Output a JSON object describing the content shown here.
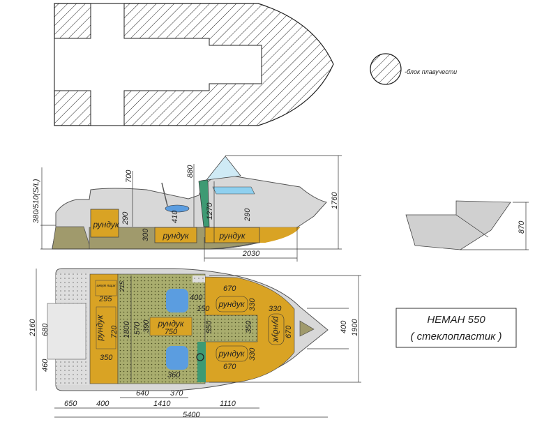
{
  "legend": {
    "text": "-блок плавучести"
  },
  "title_box": {
    "title": "НЕМАН 550",
    "subtitle": "( стеклопластик )"
  },
  "side_view": {
    "labels": {
      "box1": "рундук",
      "box2": "рундук",
      "box3": "рундук"
    },
    "dims": {
      "transom": "380/510(S/L)",
      "d700": "700",
      "d880": "880",
      "d290a": "290",
      "d410": "410",
      "d300": "300",
      "d1270": "1270",
      "d290b": "290",
      "d1760": "1760",
      "d2030": "2030"
    }
  },
  "profile_view": {
    "dims": {
      "d870": "870"
    }
  },
  "plan_view": {
    "labels": {
      "battery": "аккум ящик",
      "box_stern": "рундук",
      "box_mid": "рундук",
      "box_top": "рундук",
      "box_bottom": "рундук",
      "box_bow": "рундук"
    },
    "dims": {
      "d2160": "2160",
      "d680": "680",
      "d460": "460",
      "d295": "295",
      "d215": "215",
      "d720": "720",
      "d350a": "350",
      "d1800": "1800",
      "d570": "570",
      "d390": "390",
      "d750": "750",
      "d400a": "400",
      "d150": "150",
      "d550": "550",
      "d350b": "350",
      "d360": "360",
      "d670a": "670",
      "d330a": "330",
      "d330b": "330",
      "d670b": "670",
      "d330c": "330",
      "d670c": "670",
      "d400b": "400",
      "d1900": "1900",
      "d640": "640",
      "d370": "370",
      "d650": "650",
      "d400c": "400",
      "d1410": "1410",
      "d1110": "1110",
      "d5400": "5400"
    }
  }
}
